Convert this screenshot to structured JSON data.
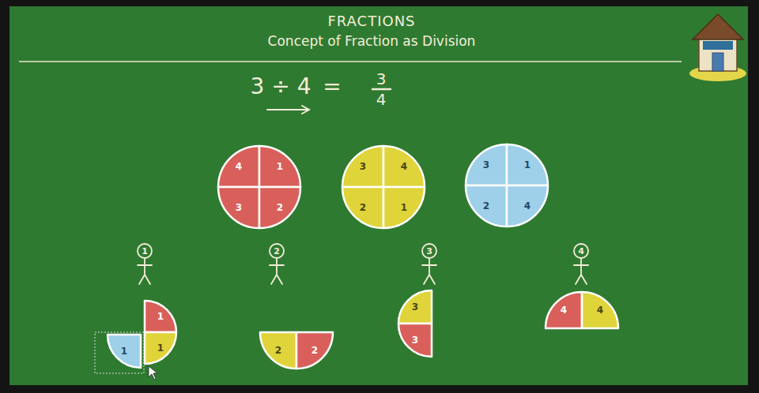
{
  "diagram": {
    "title": "FRACTIONS",
    "nodes": [
      {
        "text": [
          "4"
        ]
      },
      {
        "text": [
          "1"
        ]
      },
      {
        "text": [
          "3"
        ]
      },
      {
        "text": [
          "2"
        ]
      },
      {
        "text": [
          "3"
        ]
      },
      {
        "text": [
          "4"
        ]
      },
      {
        "text": [
          "2"
        ]
      },
      {
        "text": [
          "1"
        ]
      },
      {
        "text": [
          "3"
        ]
      },
      {
        "text": [
          "1"
        ]
      },
      {
        "text": [
          "2"
        ]
      },
      {
        "text": [
          "4"
        ]
      },
      {
        "text": [
          "1"
        ]
      },
      {
        "text": [
          "2"
        ]
      },
      {
        "text": [
          "3"
        ]
      },
      {
        "text": [
          "4"
        ]
      },
      {
        "text": [
          "1"
        ]
      },
      {
        "text": [
          "1"
        ]
      },
      {
        "text": [
          "1"
        ]
      },
      {
        "text": [
          "2"
        ]
      },
      {
        "text": [
          "2"
        ]
      },
      {
        "text": [
          "3"
        ]
      },
      {
        "text": [
          "3"
        ]
      },
      {
        "text": [
          "4"
        ]
      },
      {
        "text": [
          "4"
        ]
      }
    ],
    "labels": [
      "Concept of Fraction as Division",
      "3 ÷ 4",
      "=",
      "3",
      "4"
    ]
  }
}
